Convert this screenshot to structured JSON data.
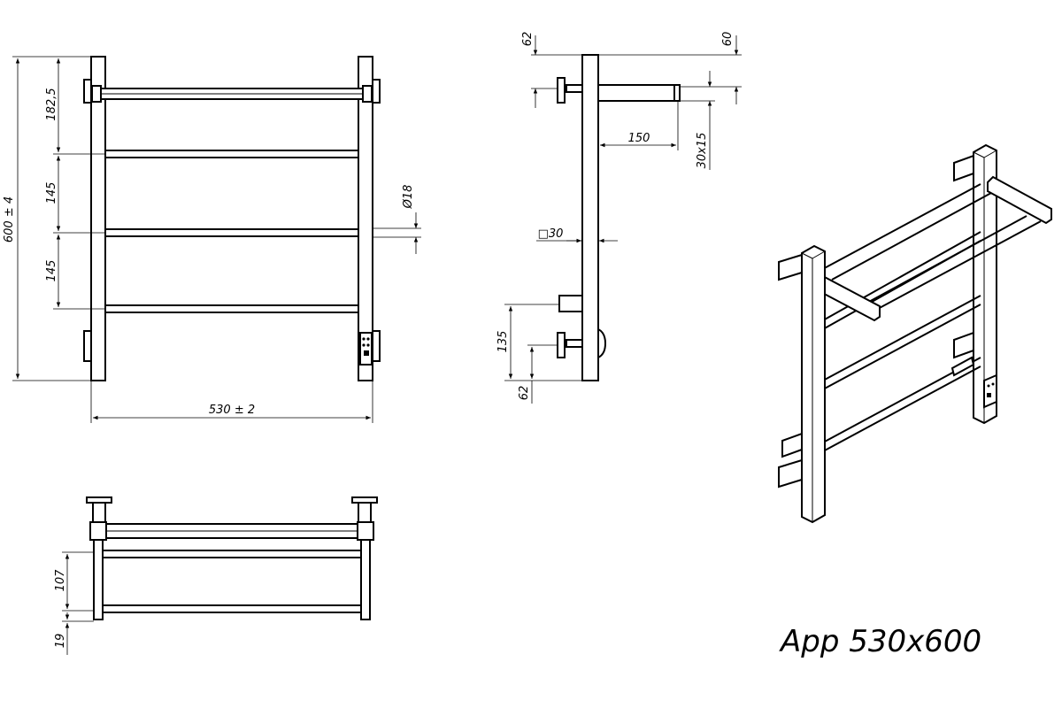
{
  "front_view": {
    "height_total": "600 ± 4",
    "dim_top": "182,5",
    "dim_mid1": "145",
    "dim_mid2": "145",
    "tube_diameter": "Ø18",
    "width_total": "530 ± 2"
  },
  "side_view": {
    "dim_top_left": "62",
    "dim_top_right": "60",
    "shelf_depth": "150",
    "shelf_profile": "30x15",
    "post_profile": "□30",
    "dim_lower": "135",
    "dim_bottom": "62"
  },
  "top_view": {
    "dim_107": "107",
    "dim_19": "19"
  },
  "model_label": "App 530x600"
}
